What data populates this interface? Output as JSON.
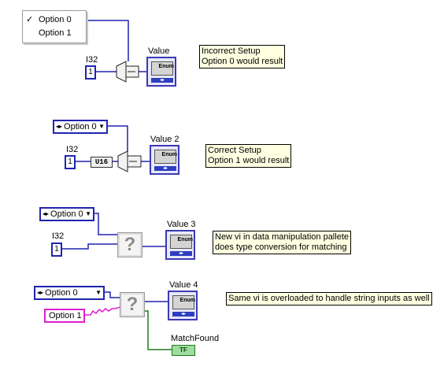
{
  "menu": {
    "items": [
      {
        "label": "Option 0",
        "checked": true
      },
      {
        "label": "Option 1",
        "checked": false
      }
    ]
  },
  "section1": {
    "type_label": "I32",
    "numeric_value": "1",
    "indicator_label": "Value",
    "indicator_tag": "Enum",
    "note_line1": "Incorrect Setup",
    "note_line2": "Option 0 would result"
  },
  "section2": {
    "enum_value": "Option 0",
    "type_label": "I32",
    "numeric_value": "1",
    "conversion_label": "U16",
    "indicator_label": "Value 2",
    "indicator_tag": "Enum",
    "note_line1": "Correct Setup",
    "note_line2": "Option 1 would result"
  },
  "section3": {
    "enum_value": "Option 0",
    "type_label": "I32",
    "numeric_value": "1",
    "unknown_glyph": "?",
    "indicator_label": "Value 3",
    "indicator_tag": "Enum",
    "note_line1": "New vi in data manipulation pallete",
    "note_line2": "does type conversion for matching"
  },
  "section4": {
    "enum_value": "Option 0",
    "string_value": "Option 1",
    "unknown_glyph": "?",
    "indicator_label": "Value 4",
    "indicator_tag": "Enum",
    "bool_label": "MatchFound",
    "bool_value": "TF",
    "note_line1": "Same vi is overloaded to handle string inputs as well"
  },
  "colors": {
    "enum_wire": "#1f24b0",
    "string_wire": "#e01fd0",
    "bool_wire": "#1c7a1c",
    "note_bg": "#ffffe1"
  }
}
